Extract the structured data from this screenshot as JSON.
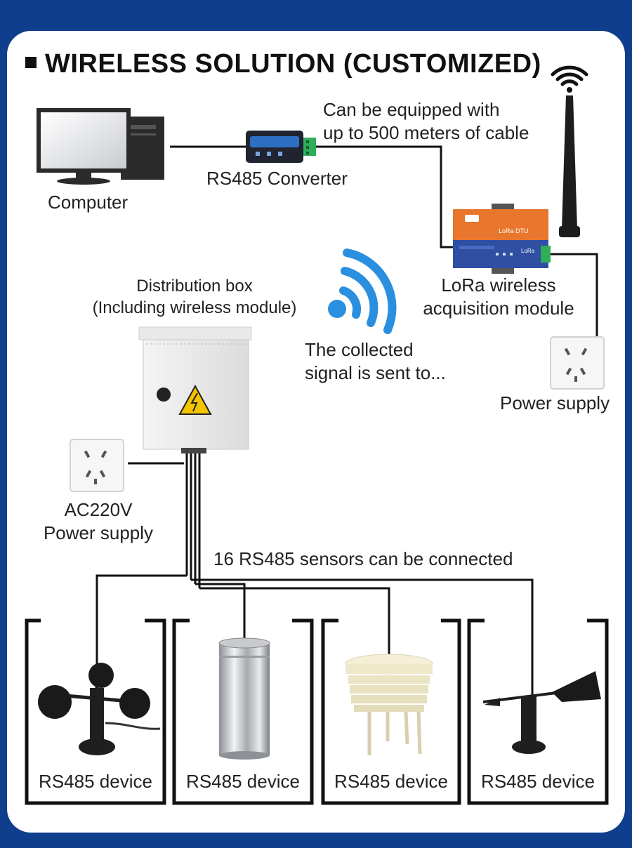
{
  "title": "WIRELESS SOLUTION (CUSTOMIZED)",
  "labels": {
    "cable_line1": "Can be equipped with",
    "cable_line2": "up to 500 meters of cable",
    "converter": "RS485 Converter",
    "computer": "Computer",
    "distribution_line1": "Distribution box",
    "distribution_line2": "(Including wireless module)",
    "lora_line1": "LoRa wireless",
    "lora_line2": "acquisition module",
    "signal_line1": "The collected",
    "signal_line2": "signal is sent to...",
    "power_supply": "Power supply",
    "ac_line1": "AC220V",
    "ac_line2": "Power supply",
    "sensors": "16 RS485 sensors can be connected"
  },
  "devices": [
    {
      "label": "RS485 device",
      "icon": "anemometer-icon"
    },
    {
      "label": "RS485 device",
      "icon": "rain-gauge-icon"
    },
    {
      "label": "RS485 device",
      "icon": "radiation-shield-icon"
    },
    {
      "label": "RS485 device",
      "icon": "wind-vane-icon"
    }
  ],
  "module_text": {
    "top": "LoRa DTU",
    "bottom": "LoRa"
  },
  "colors": {
    "background": "#0f3f8c",
    "card": "#ffffff",
    "wifi": "#2b8fe0",
    "module_orange": "#e8762c",
    "module_blue": "#2f4fa3",
    "warning": "#f5c400"
  }
}
